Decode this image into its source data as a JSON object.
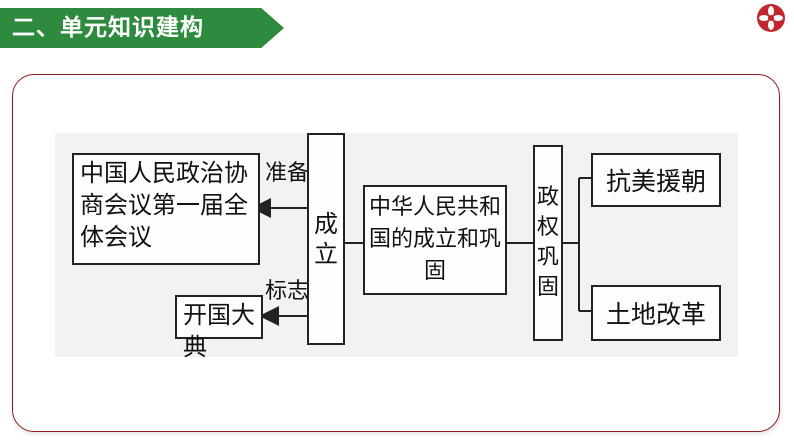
{
  "header": {
    "title": "二、单元知识建构"
  },
  "diagram": {
    "left_top_box": "中国人民政治协商会议第一届全体会议",
    "left_bottom_box": "开国大典",
    "label_prepare": "准备",
    "label_mark": "标志",
    "founding_box": [
      "成",
      "立"
    ],
    "center_box": "中华人民共和国的成立和巩固",
    "consolidation_box": [
      "政",
      "权",
      "巩",
      "固"
    ],
    "right_top_box": "抗美援朝",
    "right_bottom_box": "土地改革"
  },
  "colors": {
    "banner_green": "#2e8b3d",
    "frame_border": "#8b1a1a",
    "flower_red": "#c0282d"
  }
}
